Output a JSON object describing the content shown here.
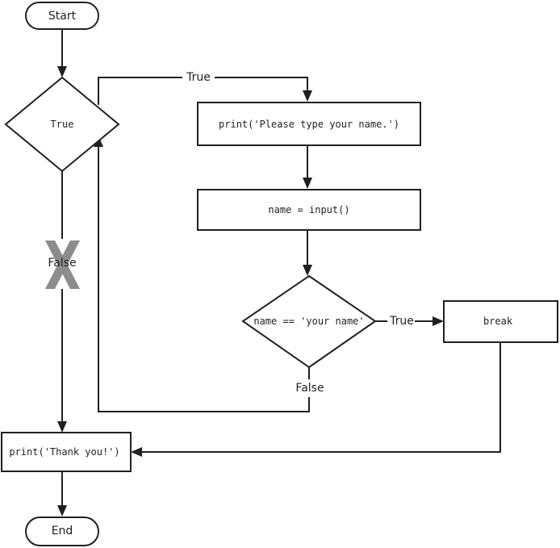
{
  "flowchart": {
    "nodes": {
      "start": "Start",
      "loop_condition": "True",
      "print_prompt": "print('Please type your name.')",
      "input_assign": "name = input()",
      "name_check": "name == 'your name'",
      "break_stmt": "break",
      "print_thanks": "print('Thank you!')",
      "end": "End"
    },
    "edge_labels": {
      "loop_true": "True",
      "loop_false": "False",
      "check_true": "True",
      "check_false": "False"
    }
  }
}
